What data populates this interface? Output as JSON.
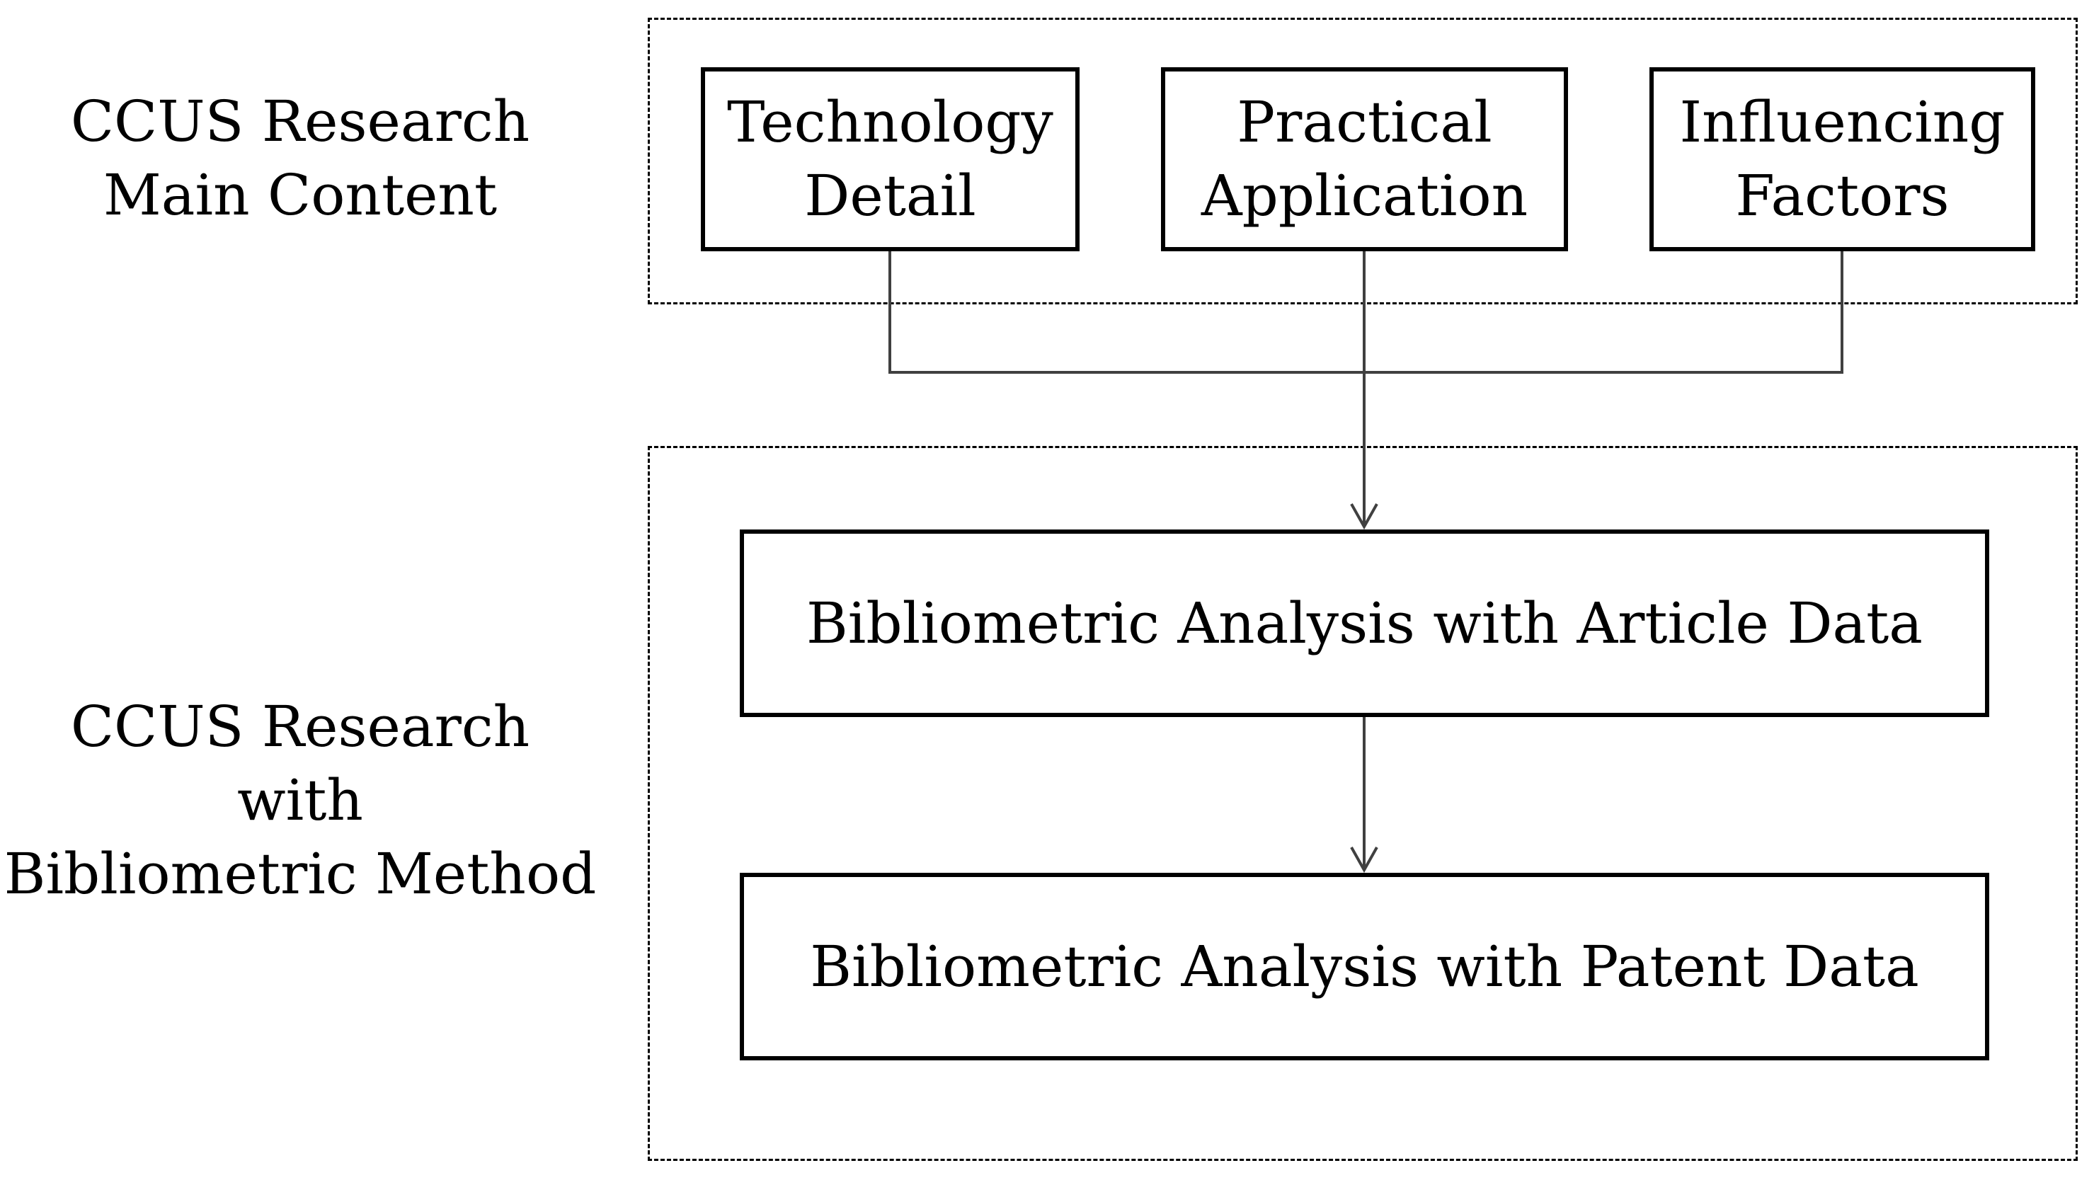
{
  "labels": {
    "main_content": [
      "CCUS Research",
      "Main Content"
    ],
    "bibliometric": [
      "CCUS Research",
      "with",
      "Bibliometric Method"
    ]
  },
  "top_boxes": {
    "technology": [
      "Technology",
      "Detail"
    ],
    "practical": [
      "Practical",
      "Application"
    ],
    "influencing": [
      "Influencing",
      "Factors"
    ]
  },
  "analysis_boxes": {
    "article": "Bibliometric Analysis with Article Data",
    "patent": "Bibliometric Analysis with Patent Data"
  },
  "colors": {
    "box_border": "#000000",
    "connector": "#404040",
    "background": "#ffffff"
  }
}
